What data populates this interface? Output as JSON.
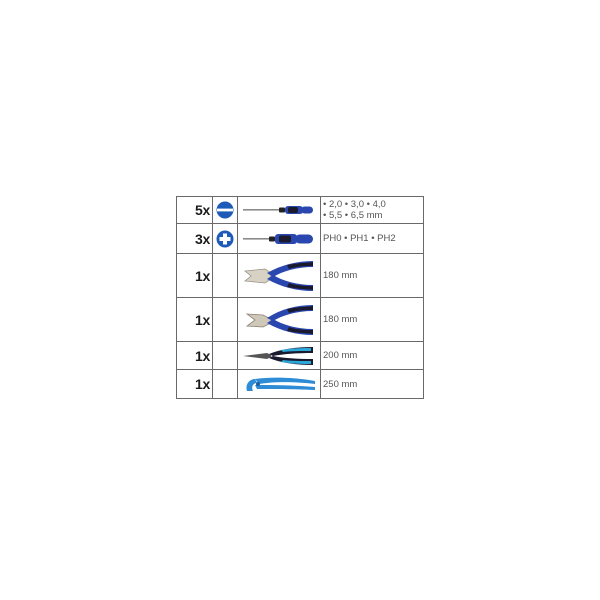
{
  "colors": {
    "accent_blue": "#1e5bb8",
    "handle_blue": "#2a47b0",
    "handle_dark": "#1a1a2e",
    "cyan_grip": "#2aa6d9",
    "water_pump_blue": "#2e8bd6",
    "border": "#6a6a6a"
  },
  "rows": [
    {
      "quantity": "5x",
      "type_icon": "slotted-tip-icon",
      "tool_image": "slotted-screwdriver",
      "spec_line1": "• 2,0 • 3,0 • 4,0",
      "spec_line2": "• 5,5 • 6,5 mm"
    },
    {
      "quantity": "3x",
      "type_icon": "phillips-tip-icon",
      "tool_image": "phillips-screwdriver",
      "spec": "PH0 • PH1 • PH2"
    },
    {
      "quantity": "1x",
      "tool_image": "combination-pliers",
      "spec": "180 mm"
    },
    {
      "quantity": "1x",
      "tool_image": "diagonal-cutting-pliers",
      "spec": "180 mm"
    },
    {
      "quantity": "1x",
      "tool_image": "long-nose-pliers",
      "spec": "200 mm"
    },
    {
      "quantity": "1x",
      "tool_image": "water-pump-pliers",
      "spec": "250 mm"
    }
  ]
}
